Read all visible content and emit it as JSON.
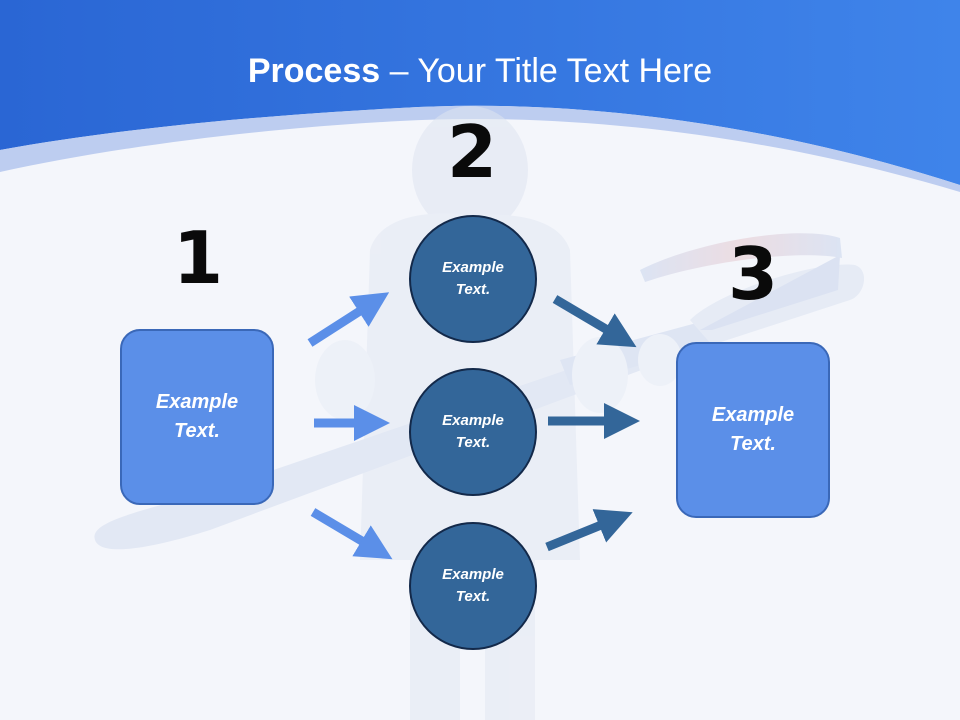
{
  "title": {
    "bold": "Process",
    "rest": " – Your Title Text Here"
  },
  "steps": {
    "one": "1",
    "two": "2",
    "three": "3"
  },
  "left_box": {
    "line1": "Example",
    "line2": "Text."
  },
  "right_box": {
    "line1": "Example",
    "line2": "Text."
  },
  "circles": [
    {
      "line1": "Example",
      "line2": "Text."
    },
    {
      "line1": "Example",
      "line2": "Text."
    },
    {
      "line1": "Example",
      "line2": "Text."
    }
  ],
  "colors": {
    "header_blue": "#2f6fd8",
    "box_fill": "#5b8fe8",
    "circle_fill": "#336699",
    "arrow_light": "#5b8fe8",
    "arrow_dark": "#336699"
  }
}
